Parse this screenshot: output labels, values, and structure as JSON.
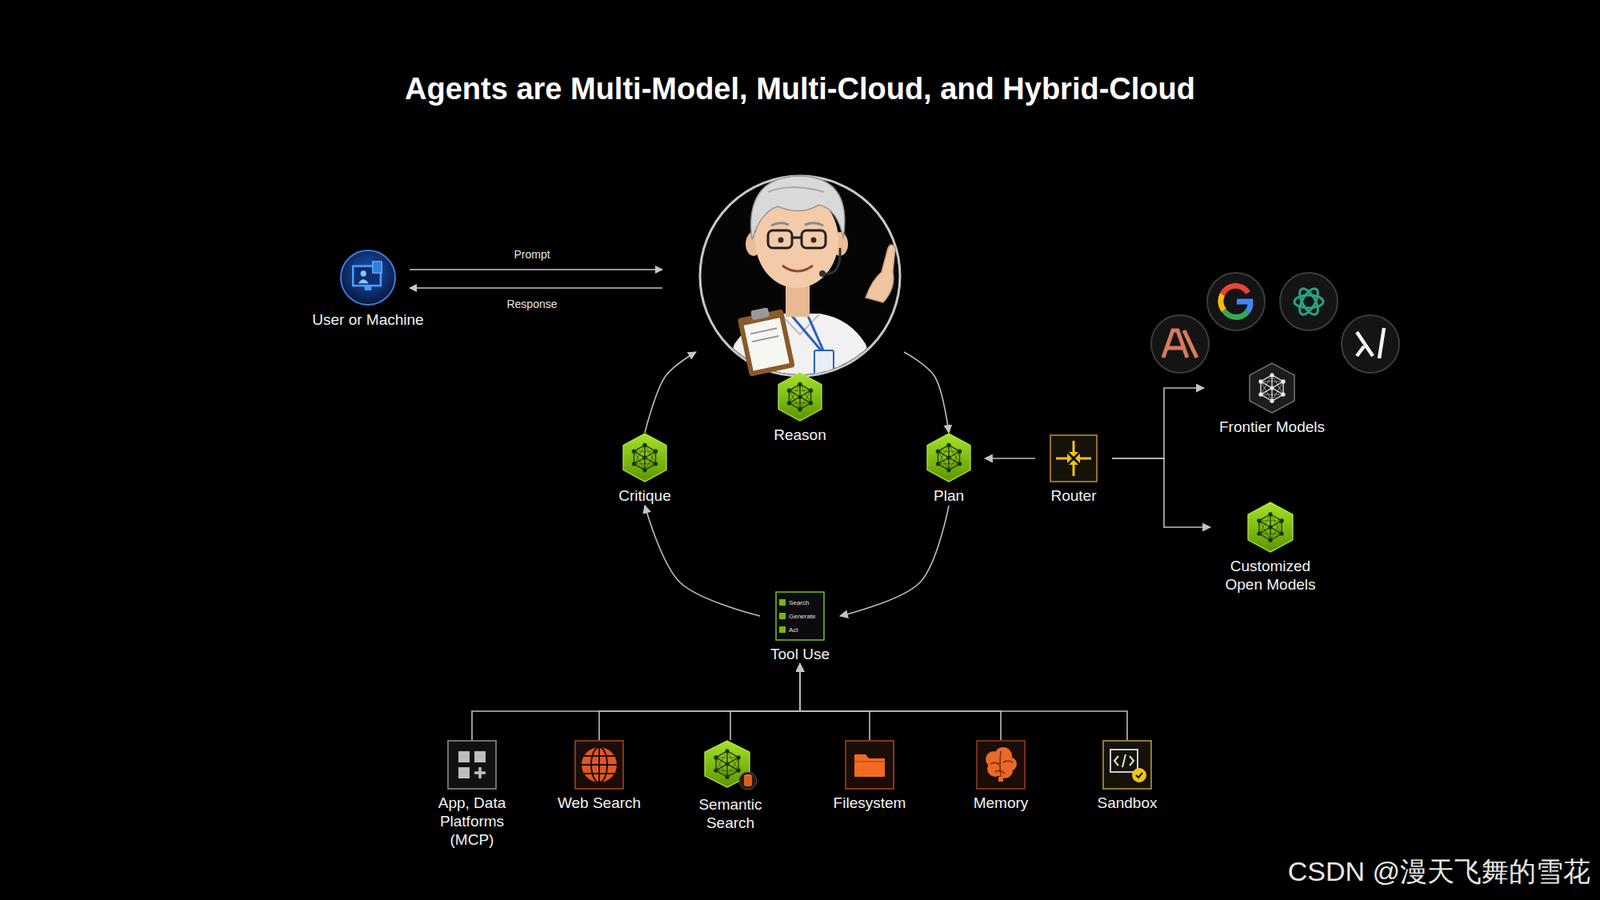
{
  "diagram": {
    "title": "Agents are Multi-Model, Multi-Cloud, and Hybrid-Cloud",
    "nodes": [
      {
        "text": [
          "User or Machine"
        ]
      },
      {
        "text": [
          "Reason"
        ]
      },
      {
        "text": [
          "Critique"
        ]
      },
      {
        "text": [
          "Plan"
        ]
      },
      {
        "text": [
          "Router"
        ]
      },
      {
        "text": [
          "Frontier Models"
        ]
      },
      {
        "text": [
          "Customized Open Models"
        ]
      },
      {
        "text": [
          "Tool Use"
        ]
      },
      {
        "text": [
          "App, Data Platforms (MCP)"
        ]
      },
      {
        "text": [
          "Web Search"
        ]
      },
      {
        "text": [
          "Semantic Search"
        ]
      },
      {
        "text": [
          "Filesystem"
        ]
      },
      {
        "text": [
          "Memory"
        ]
      },
      {
        "text": [
          "Sandbox"
        ]
      }
    ],
    "edges": [
      {
        "from": 1,
        "to": 3,
        "arrow": "to"
      },
      {
        "from": 3,
        "to": 7,
        "arrow": "to"
      },
      {
        "from": 7,
        "to": 2,
        "arrow": "to"
      },
      {
        "from": 2,
        "to": 1,
        "arrow": "to"
      },
      {
        "from": 4,
        "to": 3,
        "arrow": "to"
      },
      {
        "from": 4,
        "to": 5,
        "arrow": "to"
      },
      {
        "from": 4,
        "to": 6,
        "arrow": "to"
      },
      {
        "from": 8,
        "to": 7,
        "arrow": "to"
      },
      {
        "from": 9,
        "to": 7,
        "arrow": "to"
      },
      {
        "from": 10,
        "to": 7,
        "arrow": "to"
      },
      {
        "from": 11,
        "to": 7,
        "arrow": "to"
      },
      {
        "from": 12,
        "to": 7,
        "arrow": "to"
      },
      {
        "from": 13,
        "to": 7,
        "arrow": "to"
      }
    ],
    "labels": [
      "Prompt",
      "Response",
      "Search",
      "Generate",
      "Act",
      "CSDN @漫天飞舞的雪花"
    ]
  }
}
